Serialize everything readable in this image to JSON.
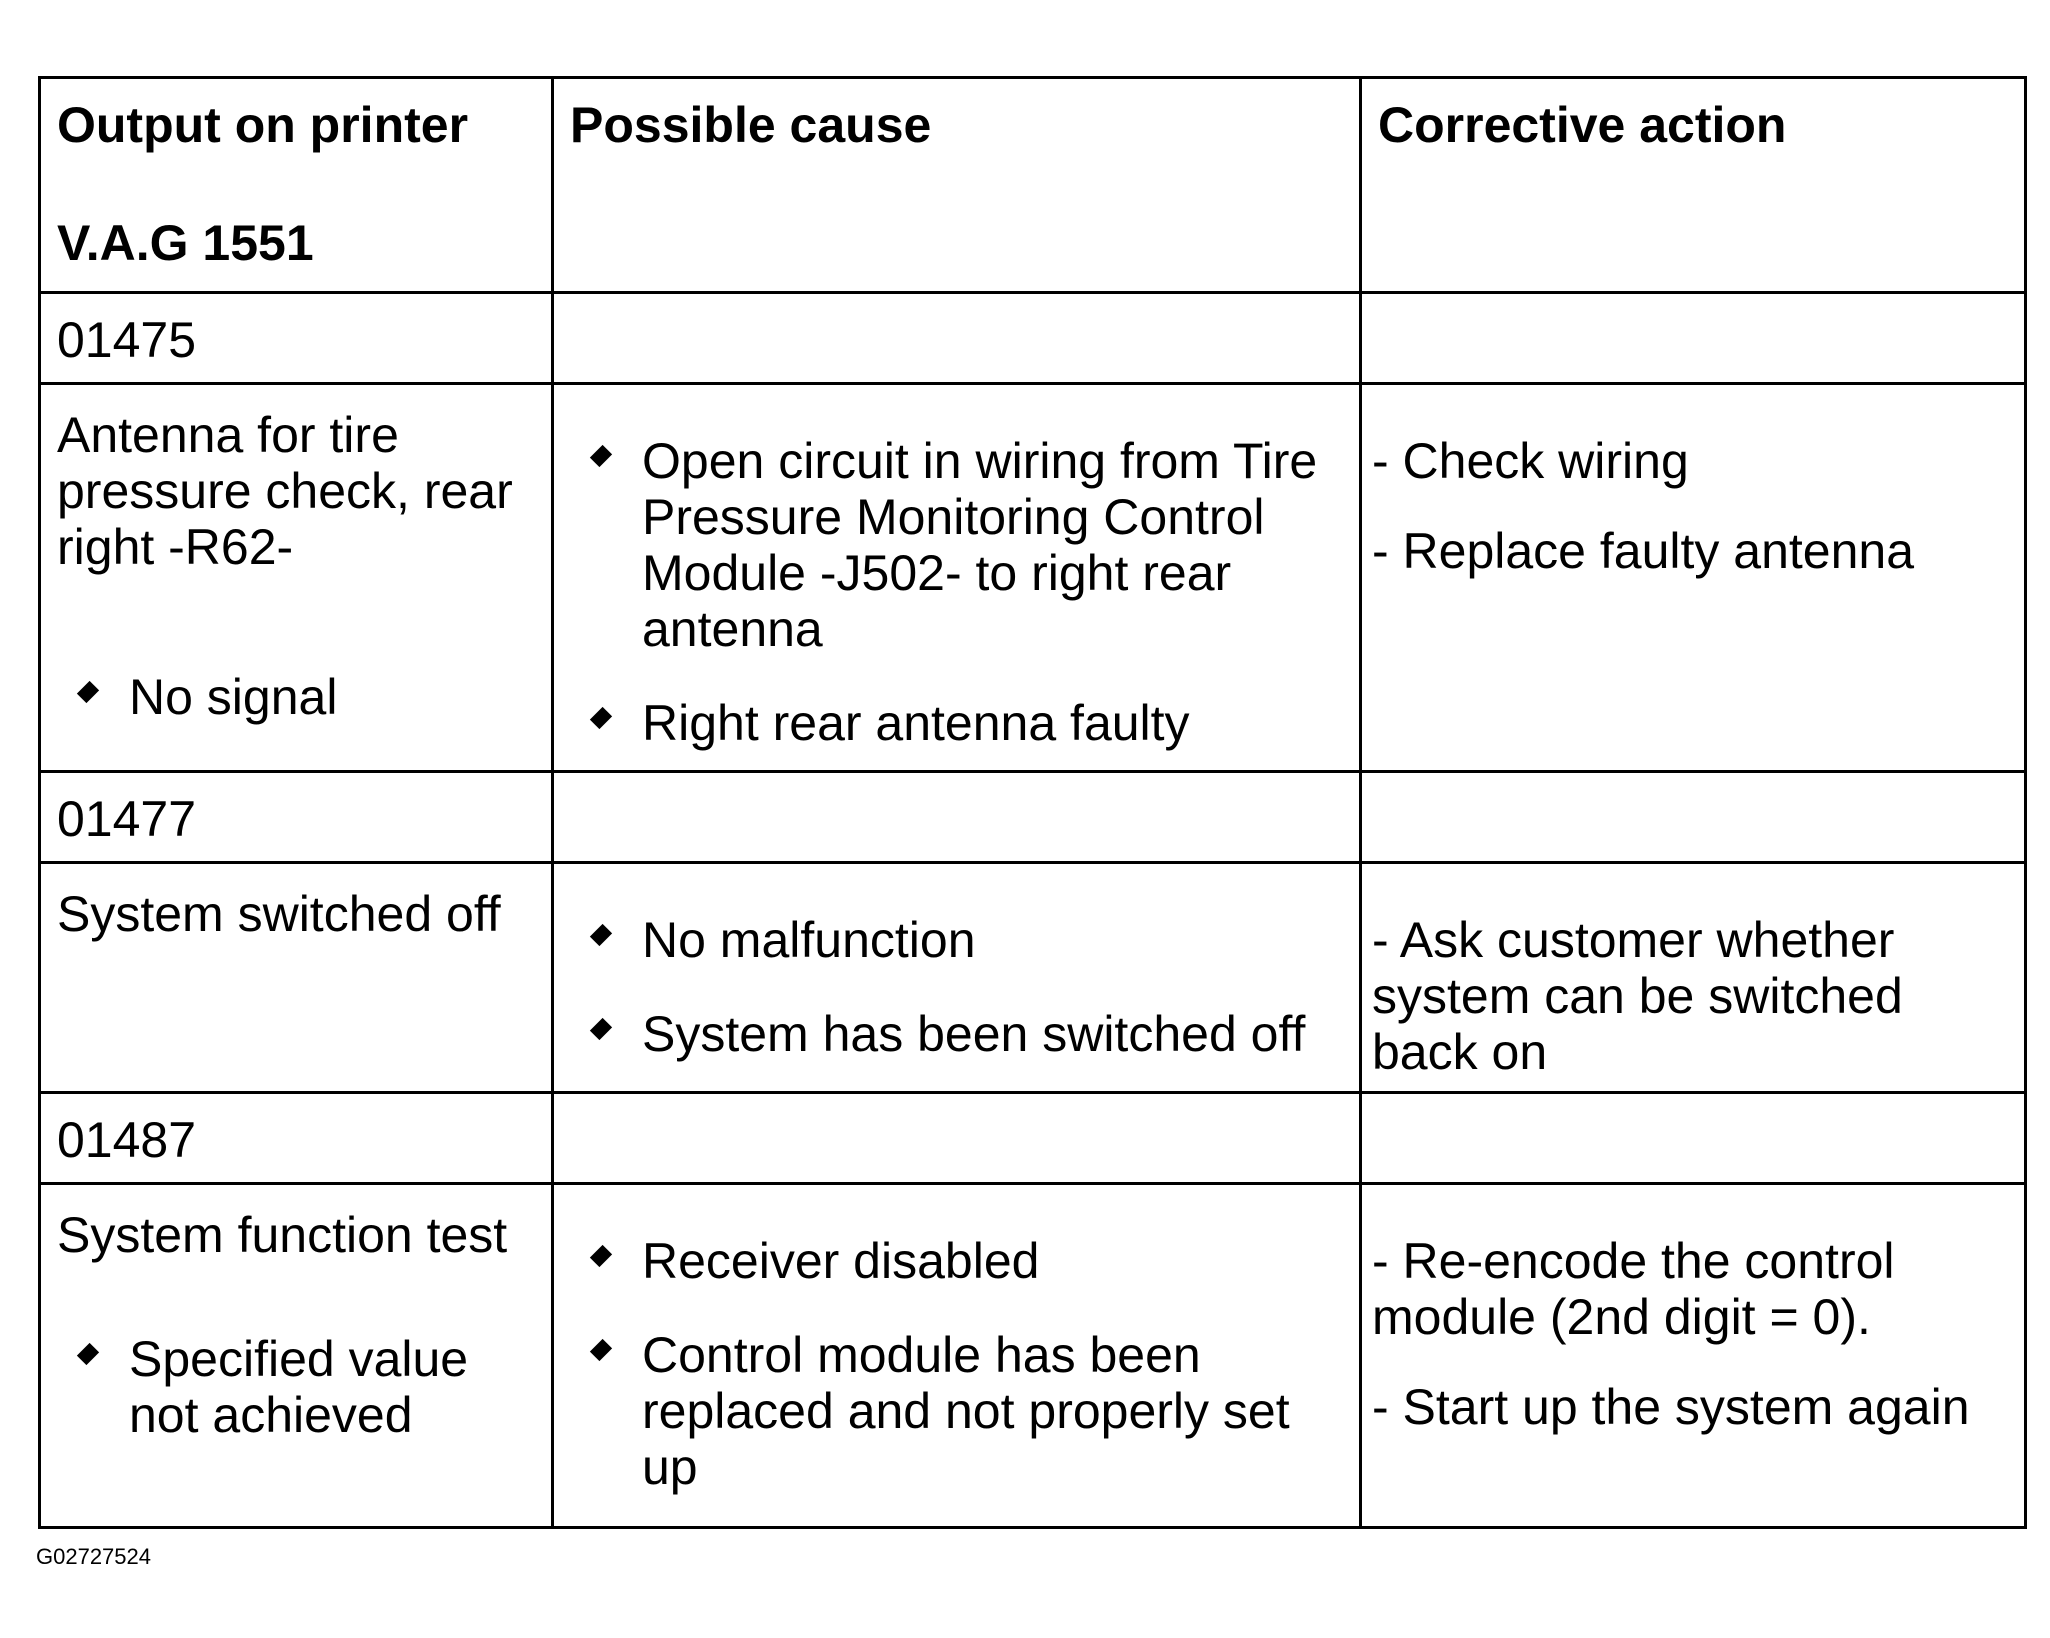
{
  "table": {
    "headers": {
      "col1_line1": "Output on printer",
      "col1_line2": "V.A.G 1551",
      "col2": "Possible cause",
      "col3": "Corrective action"
    },
    "rows": [
      {
        "code": "01475",
        "output_title": "Antenna for tire pressure check, rear right -R62-",
        "output_condition": "No signal",
        "causes": [
          "Open circuit in wiring from Tire Pressure Monitoring Control Module -J502- to right rear antenna",
          "Right rear antenna faulty"
        ],
        "actions": [
          "- Check wiring",
          "- Replace faulty antenna"
        ]
      },
      {
        "code": "01477",
        "output_title": "System switched off",
        "causes": [
          "No malfunction",
          "System has been switched off"
        ],
        "actions": [
          "- Ask customer whether system can be switched back on"
        ]
      },
      {
        "code": "01487",
        "output_title": "System function test",
        "output_condition": "Specified value not achieved",
        "causes": [
          "Receiver disabled",
          "Control module has been replaced and not properly set up"
        ],
        "actions": [
          "- Re-encode the control module (2nd digit = 0).",
          "- Start up the system again"
        ]
      }
    ]
  },
  "figure_id": "G02727524"
}
